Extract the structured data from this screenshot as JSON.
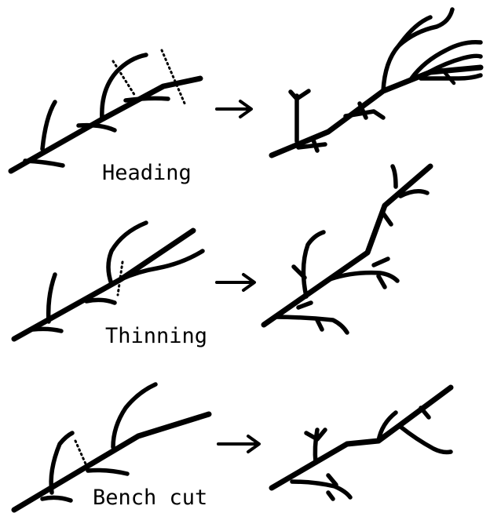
{
  "panels": [
    {
      "id": "heading",
      "label": "Heading"
    },
    {
      "id": "thinning",
      "label": "Thinning"
    },
    {
      "id": "bench-cut",
      "label": "Bench cut"
    }
  ]
}
